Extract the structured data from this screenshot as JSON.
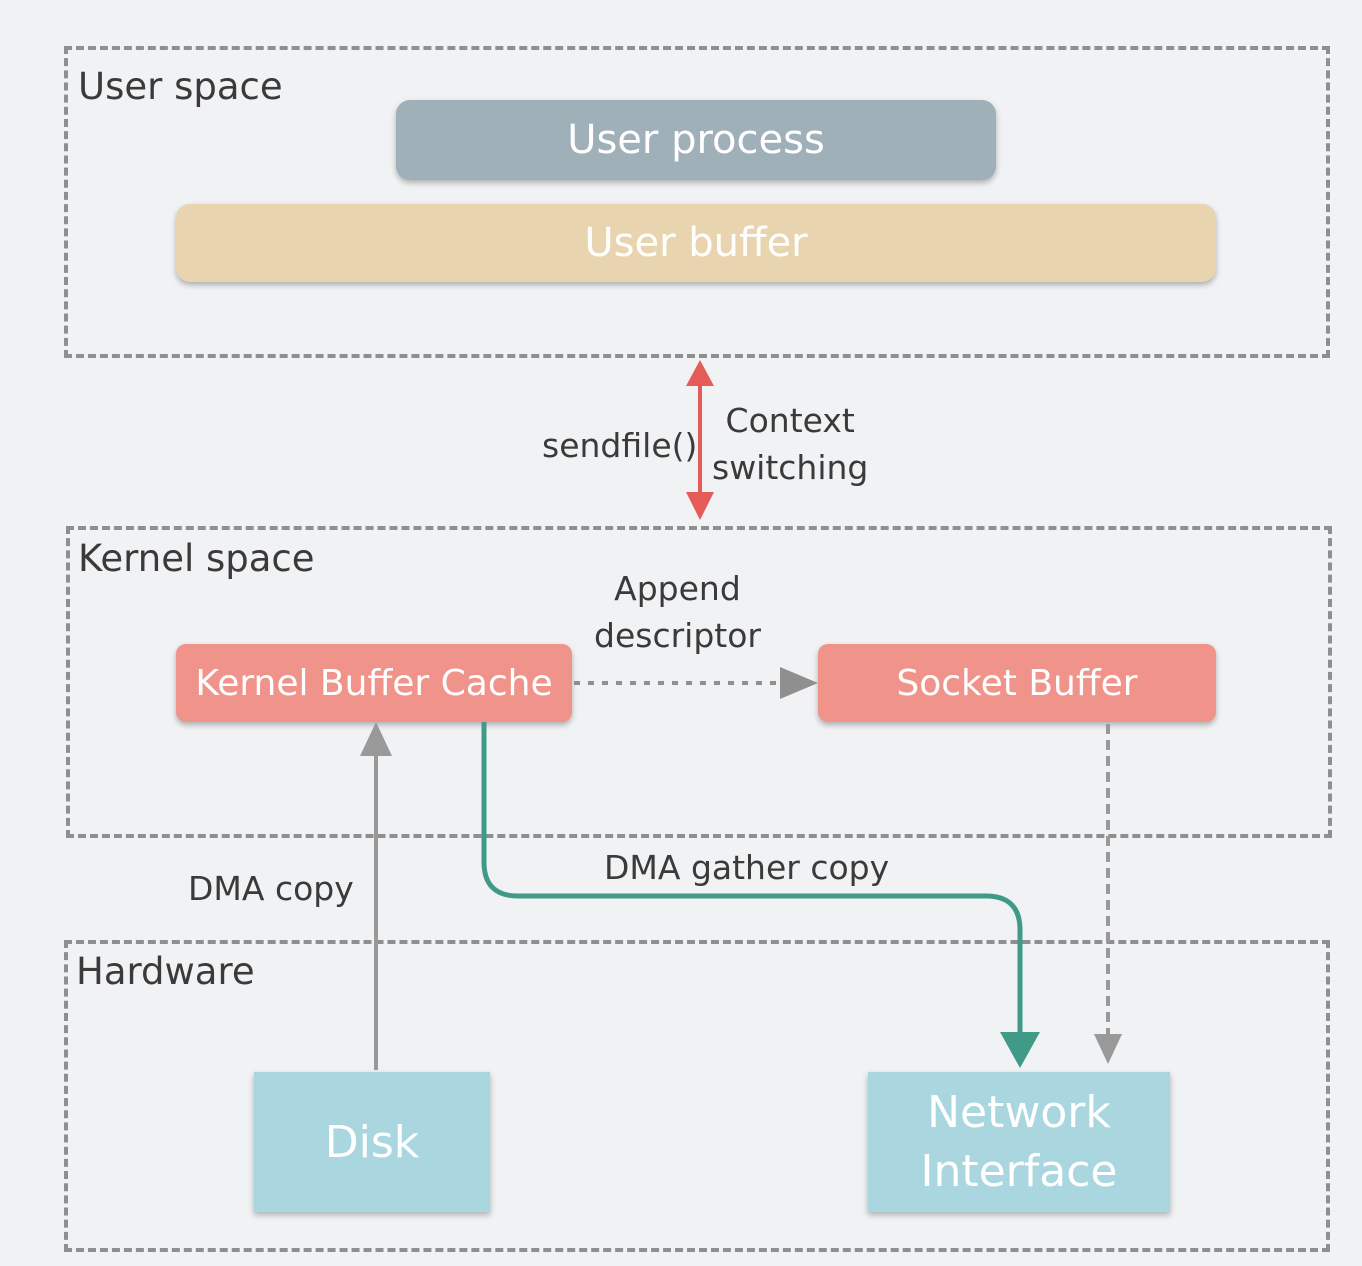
{
  "regions": {
    "user_space": "User space",
    "kernel_space": "Kernel space",
    "hardware": "Hardware"
  },
  "boxes": {
    "user_process": "User process",
    "user_buffer": "User buffer",
    "kernel_buffer_cache": "Kernel Buffer Cache",
    "socket_buffer": "Socket Buffer",
    "disk": "Disk",
    "network_interface_line1": "Network",
    "network_interface_line2": "Interface"
  },
  "annotations": {
    "sendfile": "sendfile()",
    "context_switching_line1": "Context",
    "context_switching_line2": "switching",
    "append_descriptor_line1": "Append",
    "append_descriptor_line2": "descriptor",
    "dma_copy": "DMA copy",
    "dma_gather_copy": "DMA gather copy"
  },
  "colors": {
    "background": "#f1f2f4",
    "region_border": "#8f8f8f",
    "user_process": "#9fb0b9",
    "user_buffer": "#e8d5b0",
    "kernel_box": "#f0938a",
    "hardware_box": "#a9d6df",
    "context_arrow": "#e45b57",
    "dma_copy_arrow": "#999999",
    "gather_arrow": "#3f9b88",
    "descriptor_arrow": "#8f8f8f"
  }
}
